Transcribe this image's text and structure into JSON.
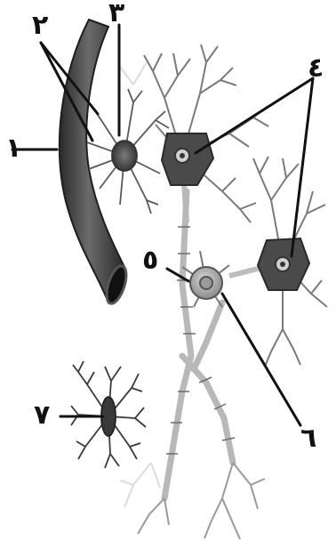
{
  "labels": {
    "l1": "١",
    "l2": "٢",
    "l3": "٣",
    "l4": "٤",
    "l5": "٥",
    "l6": "٦",
    "l7": "٧"
  },
  "colors": {
    "background": "#ffffff",
    "vessel": "#3e3e3e",
    "neuron_body": "#4a4a4a",
    "dendrite": "#8a8a8a",
    "axon": "#c4c4c4",
    "label": "#111111"
  }
}
